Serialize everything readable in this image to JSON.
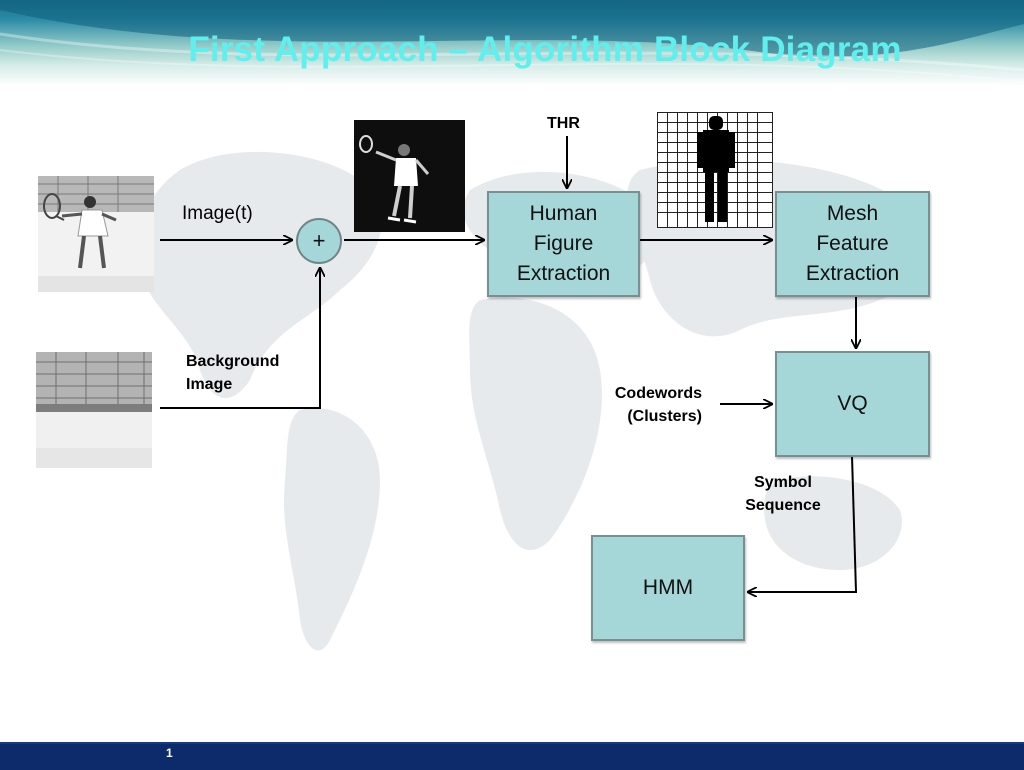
{
  "slide": {
    "title": "First Approach – Algorithm Block Diagram",
    "page_number": "1"
  },
  "diagram": {
    "labels": {
      "image_t": "Image(t)",
      "background_image": [
        "Background",
        "Image"
      ],
      "thr": "THR",
      "codewords": [
        "Codewords",
        "(Clusters)"
      ],
      "symbol_sequence": [
        "Symbol",
        "Sequence"
      ]
    },
    "operator": "+",
    "blocks": {
      "human_figure_extraction": [
        "Human",
        "Figure",
        "Extraction"
      ],
      "mesh_feature_extraction": [
        "Mesh",
        "Feature",
        "Extraction"
      ],
      "vq": "VQ",
      "hmm": "HMM"
    }
  },
  "colors": {
    "title": "#5ff0ee",
    "block_fill": "#a5d7d9",
    "block_border": "#7a8f92",
    "footer": "#0d2b6b"
  }
}
